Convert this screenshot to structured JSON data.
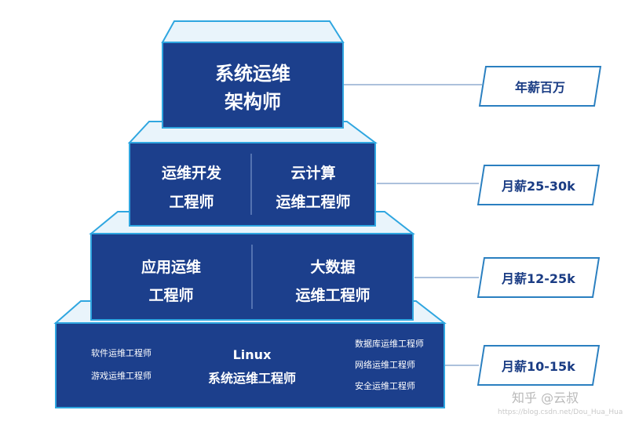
{
  "tiers": [
    {
      "labels": [
        "系统运维",
        "架构师"
      ]
    },
    {
      "left": [
        "运维开发",
        "工程师"
      ],
      "right": [
        "云计算",
        "运维工程师"
      ]
    },
    {
      "left": [
        "应用运维",
        "工程师"
      ],
      "right": [
        "大数据",
        "运维工程师"
      ]
    },
    {
      "left_items": [
        "软件运维工程师",
        "游戏运维工程师"
      ],
      "center": [
        "Linux",
        "系统运维工程师"
      ],
      "right_items": [
        "数据库运维工程师",
        "网络运维工程师",
        "安全运维工程师"
      ]
    }
  ],
  "salaries": [
    "年薪百万",
    "月薪25-30k",
    "月薪12-25k",
    "月薪10-15k"
  ],
  "watermark": {
    "brand": "知乎 @云叔",
    "url": "https://blog.csdn.net/Dou_Hua_Hua"
  },
  "colors": {
    "face": "#1c3f8c",
    "face_stroke": "#173370",
    "top": "#e9f4fb",
    "outline": "#2fa6e0",
    "connector": "#7a9cc8"
  }
}
